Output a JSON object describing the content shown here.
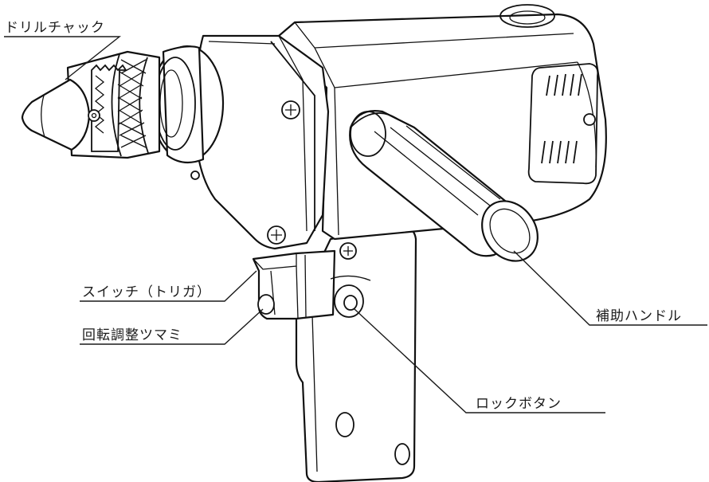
{
  "labels": {
    "chuck": "ドリルチャック",
    "switch": "スイッチ（トリガ）",
    "speed_dial": "回転調整ツマミ",
    "aux_handle": "補助ハンドル",
    "lock_button": "ロックボタン"
  },
  "colors": {
    "line": "#111111",
    "background": "#ffffff"
  }
}
